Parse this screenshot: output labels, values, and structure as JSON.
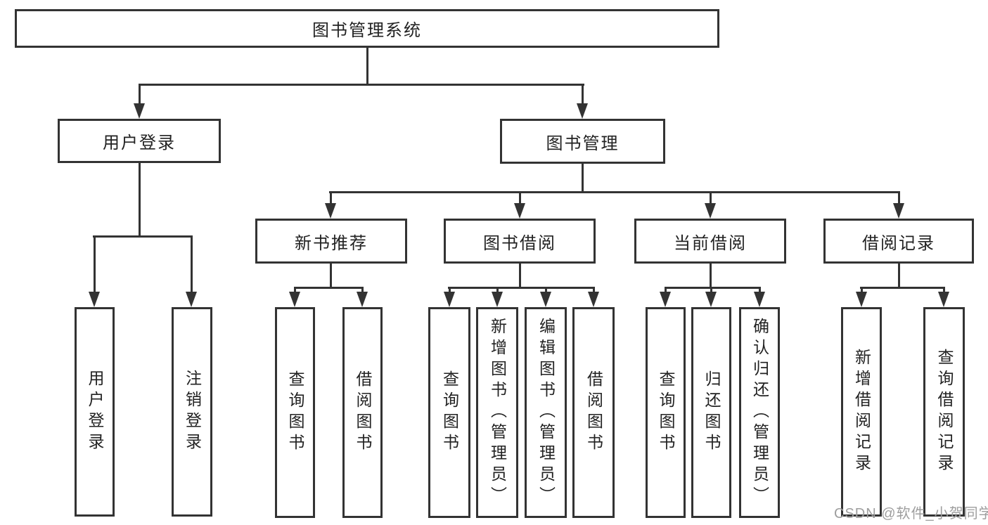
{
  "diagram": {
    "root": {
      "label": "图书管理系统"
    },
    "level2": [
      {
        "id": "user-login",
        "label": "用户登录"
      },
      {
        "id": "book-management",
        "label": "图书管理"
      }
    ],
    "level3": [
      {
        "id": "new-book-recommend",
        "parent": "book-management",
        "label": "新书推荐"
      },
      {
        "id": "book-borrowing",
        "parent": "book-management",
        "label": "图书借阅"
      },
      {
        "id": "current-borrowing",
        "parent": "book-management",
        "label": "当前借阅"
      },
      {
        "id": "borrowing-records",
        "parent": "book-management",
        "label": "借阅记录"
      }
    ],
    "level4": [
      {
        "parent": "user-login",
        "label": "用户登录"
      },
      {
        "parent": "user-login",
        "label": "注销登录"
      },
      {
        "parent": "new-book-recommend",
        "label": "查询图书"
      },
      {
        "parent": "new-book-recommend",
        "label": "借阅图书"
      },
      {
        "parent": "book-borrowing",
        "label": "查询图书"
      },
      {
        "parent": "book-borrowing",
        "label": "新增图书（管理员）"
      },
      {
        "parent": "book-borrowing",
        "label": "编辑图书（管理员）"
      },
      {
        "parent": "book-borrowing",
        "label": "借阅图书"
      },
      {
        "parent": "current-borrowing",
        "label": "查询图书"
      },
      {
        "parent": "current-borrowing",
        "label": "归还图书"
      },
      {
        "parent": "current-borrowing",
        "label": "确认归还（管理员）"
      },
      {
        "parent": "borrowing-records",
        "label": "新增借阅记录"
      },
      {
        "parent": "borrowing-records",
        "label": "查询借阅记录"
      }
    ],
    "colors": {
      "line": "#333333",
      "text": "#222222",
      "background": "#ffffff",
      "watermark": "#9e9e9e"
    }
  },
  "watermark": {
    "text": "CSDN @软件_小贺同学"
  }
}
